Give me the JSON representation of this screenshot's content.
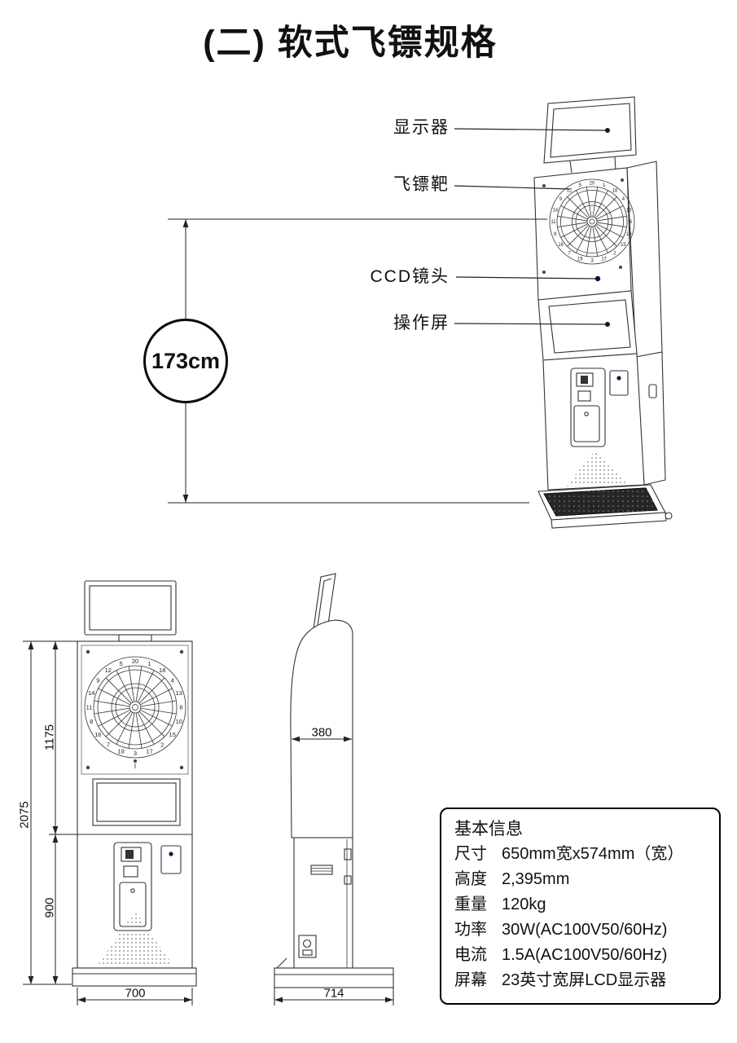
{
  "page": {
    "title": "(二) 软式飞镖规格"
  },
  "callouts": {
    "display": "显示器",
    "dartboard": "飞镖靶",
    "ccd_lens": "CCD镜头",
    "operation_screen": "操作屏"
  },
  "perspective": {
    "height_label": "173cm"
  },
  "front_view": {
    "dim_total_height": "2075",
    "dim_upper_height": "1175",
    "dim_lower_height": "900",
    "dim_width": "700"
  },
  "side_view": {
    "dim_depth": "380",
    "dim_base_depth": "714"
  },
  "dartboard_numbers": [
    "20",
    "1",
    "18",
    "4",
    "13",
    "6",
    "10",
    "15",
    "2",
    "17",
    "3",
    "19",
    "7",
    "16",
    "8",
    "11",
    "14",
    "9",
    "12",
    "5"
  ],
  "info_box": {
    "title": "基本信息",
    "rows": [
      {
        "label": "尺寸",
        "value": "650mm宽x574mm（宽）"
      },
      {
        "label": "高度",
        "value": "2,395mm"
      },
      {
        "label": "重量",
        "value": "120kg"
      },
      {
        "label": "功率",
        "value": "30W(AC100V50/60Hz)"
      },
      {
        "label": "电流",
        "value": "1.5A(AC100V50/60Hz)"
      },
      {
        "label": "屏幕",
        "value": "23英寸宽屏LCD显示器"
      }
    ]
  }
}
